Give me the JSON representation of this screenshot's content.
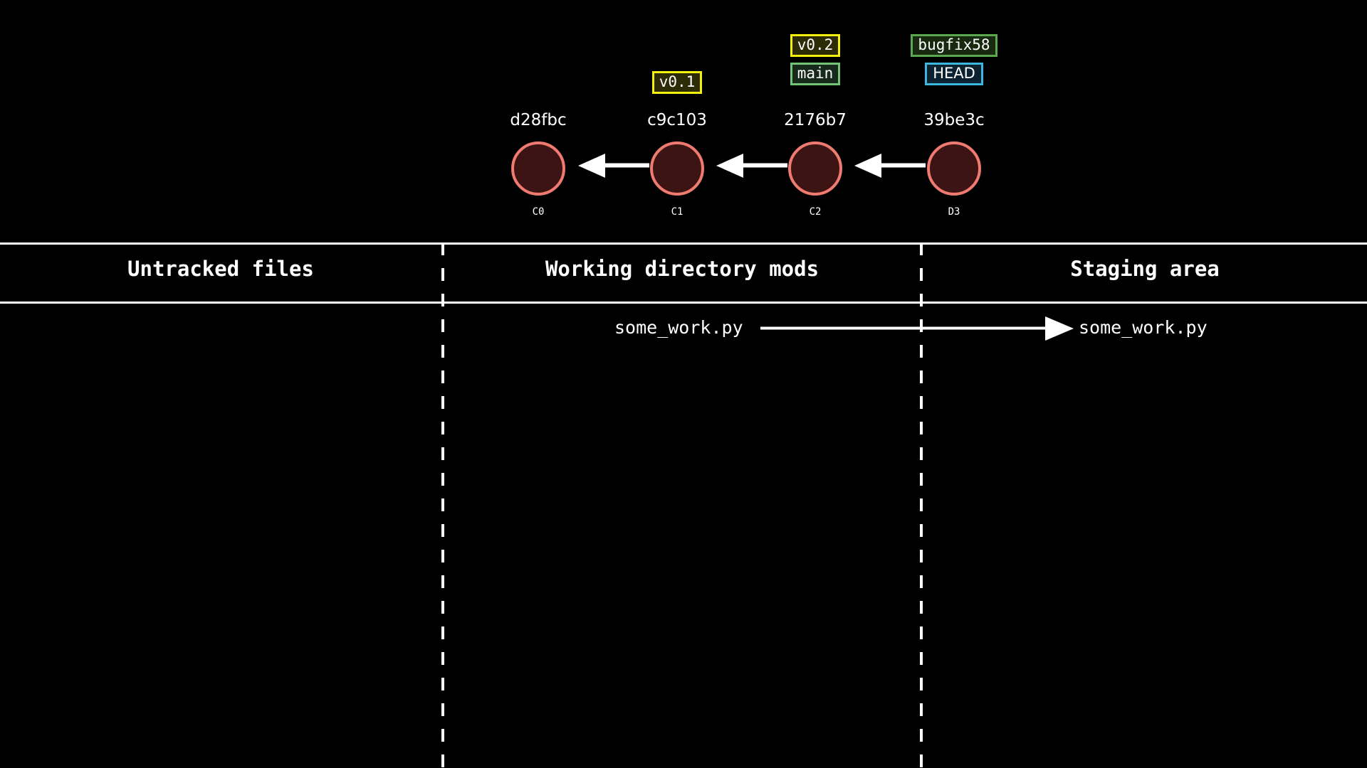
{
  "colors": {
    "background": "#000000",
    "commit_fill": "#3d1414",
    "commit_stroke": "#ef7b70",
    "tag_border": "#f2f20d",
    "tag_fill": "#2e2b07",
    "branch_border": "#74c476",
    "branch_fill": "#16291a",
    "head_border": "#3cb8e0",
    "head_fill": "#0c2230",
    "line": "#ffffff",
    "text": "#ffffff"
  },
  "graph": {
    "commits": [
      {
        "hash": "d28fbc",
        "name": "C0",
        "refs": []
      },
      {
        "hash": "c9c103",
        "name": "C1",
        "refs": [
          {
            "label": "v0.1",
            "kind": "tag"
          }
        ]
      },
      {
        "hash": "2176b7",
        "name": "C2",
        "refs": [
          {
            "label": "v0.2",
            "kind": "tag"
          },
          {
            "label": "main",
            "kind": "branch"
          }
        ]
      },
      {
        "hash": "39be3c",
        "name": "D3",
        "refs": [
          {
            "label": "bugfix58",
            "kind": "branch"
          },
          {
            "label": "HEAD",
            "kind": "head"
          }
        ]
      }
    ]
  },
  "zones": [
    {
      "title": "Untracked files"
    },
    {
      "title": "Working directory mods"
    },
    {
      "title": "Staging area"
    }
  ],
  "transfers": [
    {
      "source_file": "some_work.py",
      "target_file": "some_work.py"
    }
  ]
}
